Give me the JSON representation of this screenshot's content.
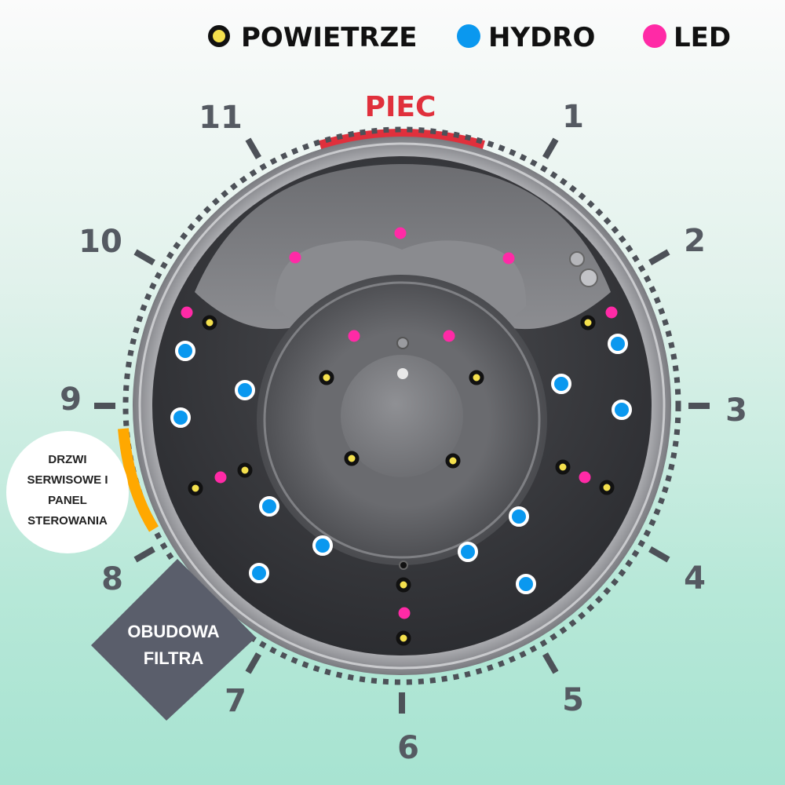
{
  "legend": {
    "air_label": "POWIETRZE",
    "hydro_label": "HYDRO",
    "led_label": "LED"
  },
  "heater_label": "PIEC",
  "service_door": {
    "lines": [
      "DRZWI",
      "SERWISOWE I",
      "PANEL",
      "STEROWANIA"
    ]
  },
  "filter_housing": {
    "lines": [
      "OBUDOWA",
      "FILTRA"
    ]
  },
  "clock_labels": [
    "1",
    "2",
    "3",
    "4",
    "5",
    "6",
    "7",
    "8",
    "9",
    "10",
    "11"
  ],
  "colors": {
    "air": "#f4e04d",
    "hydro": "#0a98ef",
    "led": "#ff2aa6",
    "heater": "#e0303c",
    "service_door": "#ffa800",
    "filter_housing": "#5a5e6b"
  },
  "icons": [
    "air-jet-icon",
    "hydro-jet-icon",
    "led-light-icon"
  ]
}
